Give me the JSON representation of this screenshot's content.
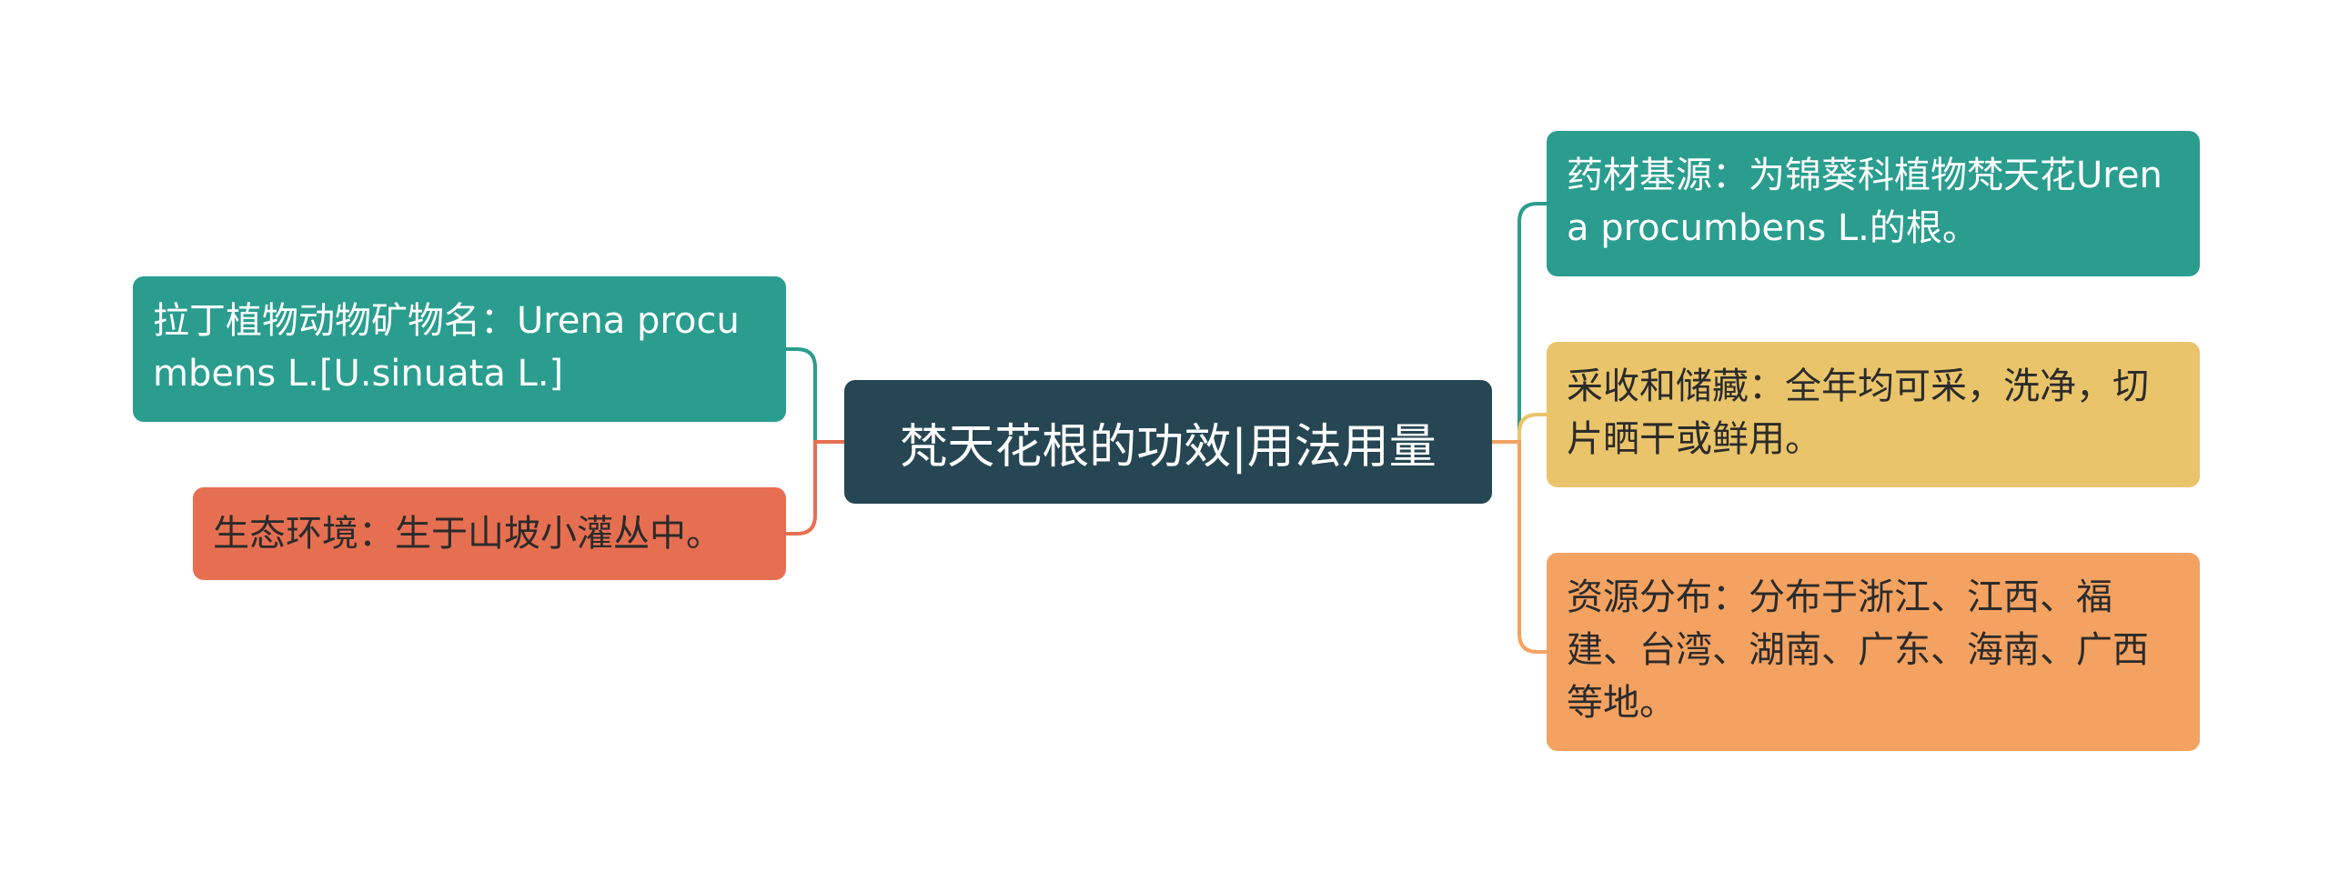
{
  "mindmap": {
    "center": {
      "label": "梵天花根的功效|用法用量",
      "color": "#264653"
    },
    "left_branches": [
      {
        "label": "拉丁植物动物矿物名：Urena procumbens L.[U.sinuata L.]",
        "color": "#2a9d8f"
      },
      {
        "label": "生态环境：生于山坡小灌丛中。",
        "color": "#e76f51"
      }
    ],
    "right_branches": [
      {
        "label": "药材基源：为锦葵科植物梵天花Urena procumbens L.的根。",
        "color": "#2a9d8f"
      },
      {
        "label": "采收和储藏：全年均可采，洗净，切片晒干或鲜用。",
        "color": "#e9c46a"
      },
      {
        "label": "资源分布：分布于浙江、江西、福建、台湾、湖南、广东、海南、广西等地。",
        "color": "#f4a261"
      }
    ]
  }
}
